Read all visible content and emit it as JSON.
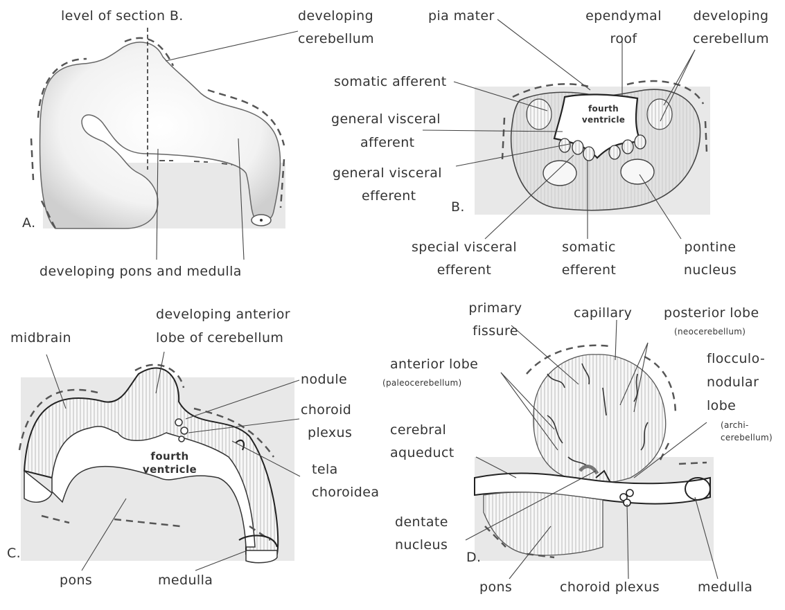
{
  "panels": {
    "a": {
      "letter": "A.",
      "labels": {
        "level_section": "level of section B.",
        "developing_cerebellum_1": "developing",
        "developing_cerebellum_2": "cerebellum",
        "pons_medulla": "developing pons and medulla"
      }
    },
    "b": {
      "letter": "B.",
      "labels": {
        "pia_mater": "pia mater",
        "ependymal_1": "ependymal",
        "ependymal_2": "roof",
        "dev_cerebellum_1": "developing",
        "dev_cerebellum_2": "cerebellum",
        "somatic_afferent": "somatic afferent",
        "gva_1": "general visceral",
        "gva_2": "afferent",
        "gve_1": "general visceral",
        "gve_2": "efferent",
        "fourth_ventricle_1": "fourth",
        "fourth_ventricle_2": "ventricle",
        "sve_1": "special visceral",
        "sve_2": "efferent",
        "se_1": "somatic",
        "se_2": "efferent",
        "pontine_1": "pontine",
        "pontine_2": "nucleus"
      }
    },
    "c": {
      "letter": "C.",
      "labels": {
        "midbrain": "midbrain",
        "dev_anterior_1": "developing anterior",
        "dev_anterior_2": "lobe of cerebellum",
        "nodule": "nodule",
        "choroid_1": "choroid",
        "choroid_2": "plexus",
        "fourth_1": "fourth",
        "fourth_2": "ventricle",
        "tela_1": "tela",
        "tela_2": "choroidea",
        "pons": "pons",
        "medulla": "medulla"
      }
    },
    "d": {
      "letter": "D.",
      "labels": {
        "primary_fissure_1": "primary",
        "primary_fissure_2": "fissure",
        "capillary": "capillary",
        "posterior_1": "posterior lobe",
        "posterior_2": "(neocerebellum)",
        "anterior_1": "anterior lobe",
        "anterior_2": "(paleocerebellum)",
        "flocculo_1": "flocculo-",
        "flocculo_2": "nodular",
        "flocculo_3": "lobe",
        "flocculo_4": "(archi-",
        "flocculo_5": "cerebellum)",
        "aqueduct_1": "cerebral",
        "aqueduct_2": "aqueduct",
        "dentate_1": "dentate",
        "dentate_2": "nucleus",
        "pons": "pons",
        "choroid_plexus": "choroid plexus",
        "medulla": "medulla"
      }
    }
  },
  "colors": {
    "paper": "#ffffff",
    "ink": "#2b2b2b",
    "tissue_shade": "#e6e6e6",
    "stipple": "#d4d4d4"
  }
}
